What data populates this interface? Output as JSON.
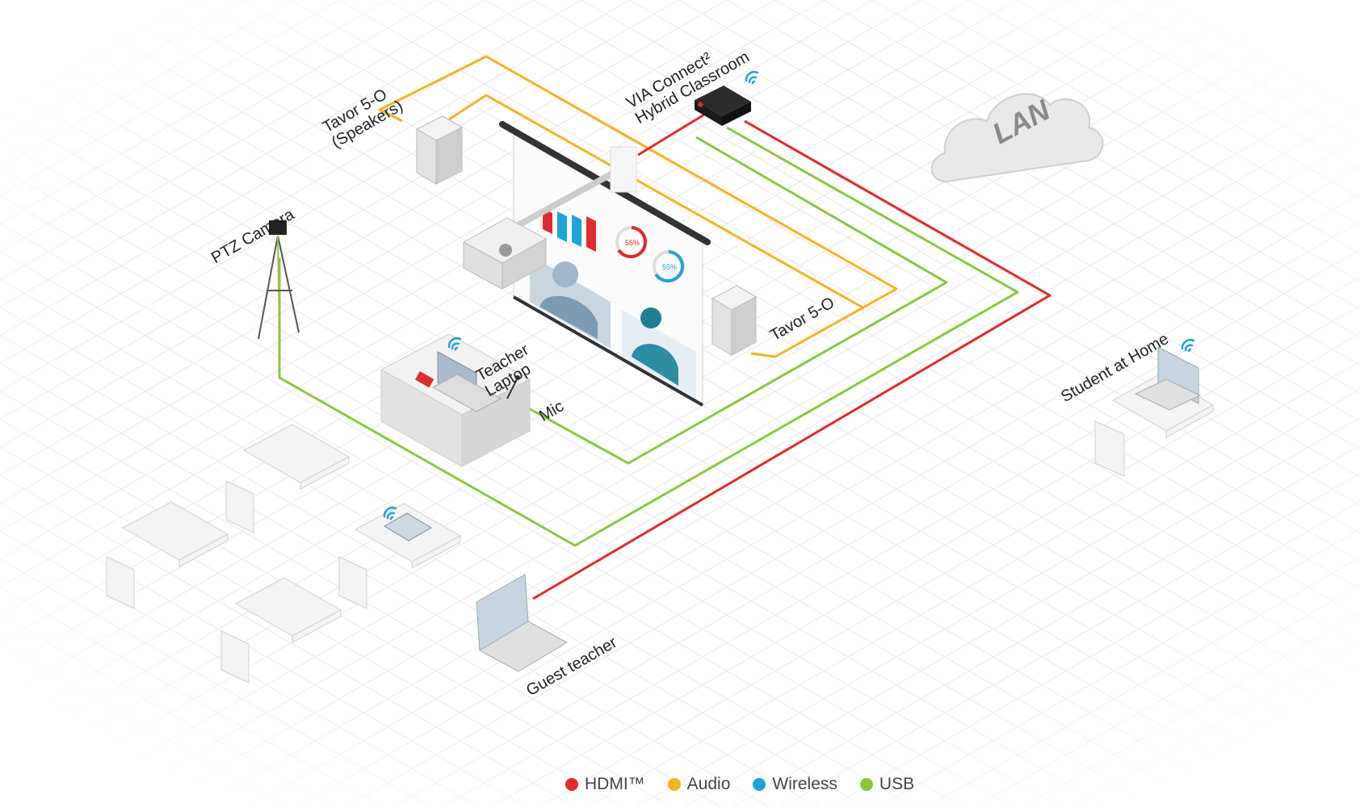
{
  "labels": {
    "tavor_speakers": [
      "Tavor 5-O",
      "(Speakers)"
    ],
    "via_connect": [
      "VIA Connect²",
      "Hybrid Classroom"
    ],
    "ptz_camera": "PTZ Camera",
    "tavor_right": "Tavor 5-O",
    "teacher_laptop": [
      "Teacher",
      "Laptop"
    ],
    "mic": "Mic",
    "student_home": "Student at Home",
    "guest_teacher": "Guest teacher",
    "lan": "LAN"
  },
  "legend": [
    {
      "label": "HDMI™",
      "color": "#e02b2b",
      "icon": "red-dot"
    },
    {
      "label": "Audio",
      "color": "#f4b223",
      "icon": "yellow-dot"
    },
    {
      "label": "Wireless",
      "color": "#1fa3d8",
      "icon": "blue-dot"
    },
    {
      "label": "USB",
      "color": "#8cc63f",
      "icon": "green-dot"
    }
  ],
  "colors": {
    "hdmi": "#e02b2b",
    "audio": "#f4b223",
    "wireless": "#1fa3d8",
    "usb": "#8cc63f",
    "grid": "#e6e6e6"
  },
  "screen": {
    "gauge_1": "55%",
    "gauge_2": "55%"
  }
}
